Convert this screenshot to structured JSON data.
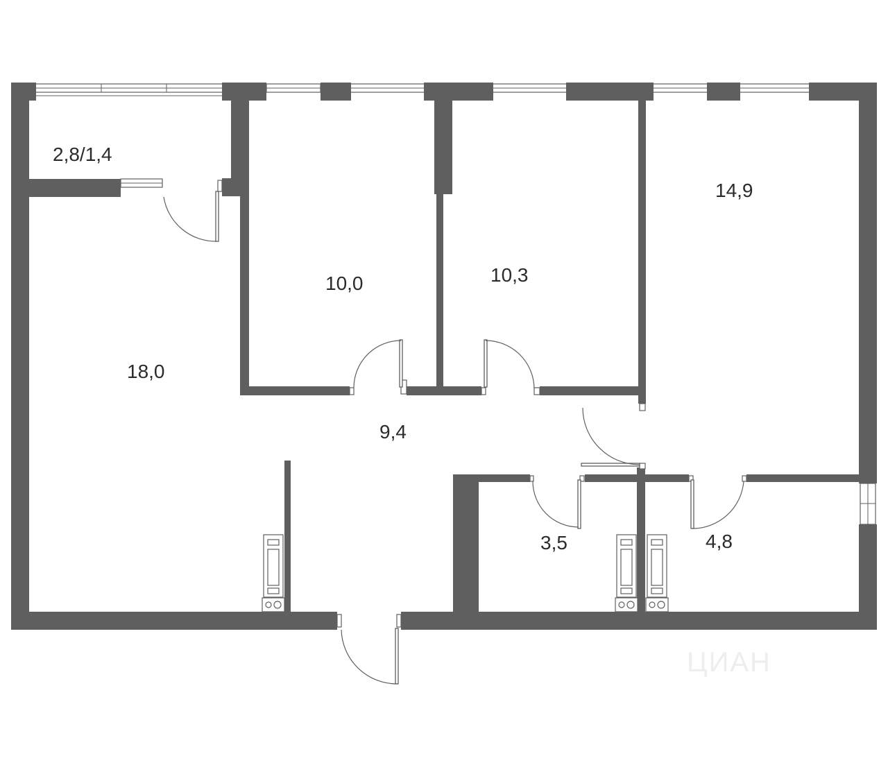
{
  "rooms": [
    {
      "id": "balcony",
      "area": "2,8/1,4"
    },
    {
      "id": "living",
      "area": "18,0"
    },
    {
      "id": "bedroom-1",
      "area": "10,0"
    },
    {
      "id": "bedroom-2",
      "area": "10,3"
    },
    {
      "id": "bedroom-3",
      "area": "14,9"
    },
    {
      "id": "hallway",
      "area": "9,4"
    },
    {
      "id": "bathroom-1",
      "area": "3,5"
    },
    {
      "id": "bathroom-2",
      "area": "4,8"
    }
  ],
  "watermark": "ЦИАН",
  "colors": {
    "wall": "#5f5f5f",
    "text": "#2b2b2b",
    "background": "#ffffff"
  }
}
